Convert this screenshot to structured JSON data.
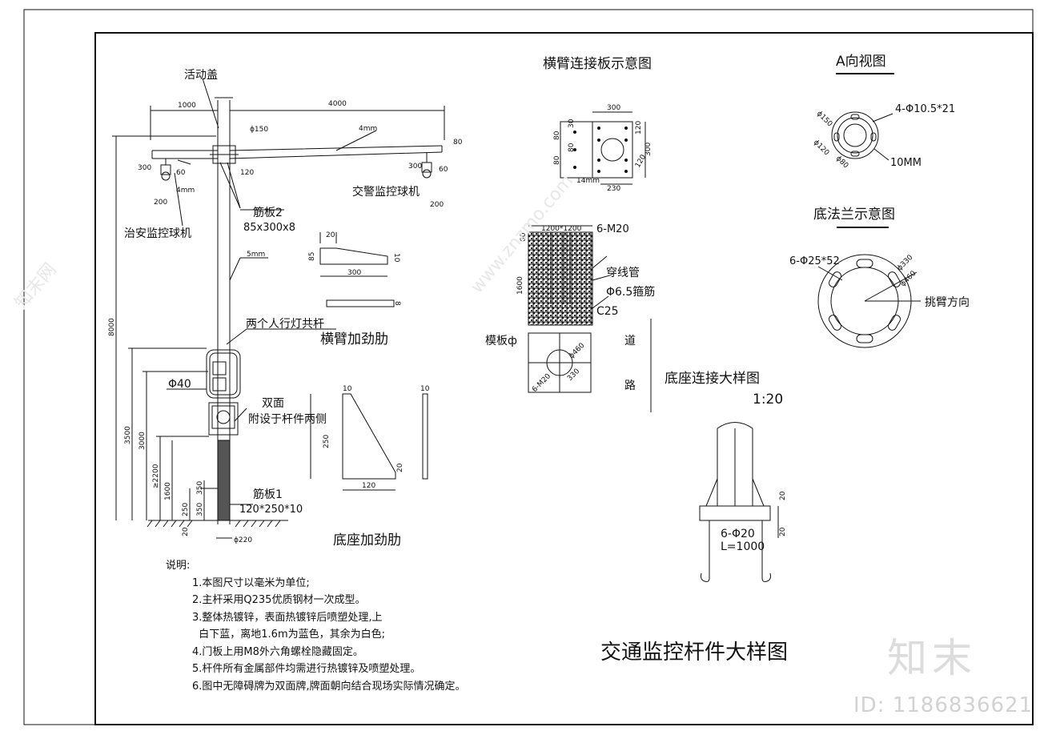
{
  "drawing": {
    "main_title": "交通监控杆件大样图",
    "pole": {
      "top_cap": "活动盖",
      "dim_1000": "1000",
      "dim_4000": "4000",
      "pipe_150": "ϕ150",
      "arm_4mm_right": "4mm",
      "arm_4mm_left": "4mm",
      "dim_80": "80",
      "dim_120": "120",
      "dim_300_left": "300",
      "dim_60_left": "60",
      "dim_200_left": "200",
      "dim_300_right": "300",
      "dim_60_right": "60",
      "dim_200_right": "200",
      "traffic_camera": "交警监控球机",
      "rib2_name": "筋板2",
      "rib2_size": "85x300x8",
      "security_camera": "治安监控球机",
      "pole_5mm": "5mm",
      "shared_pole": "两个人行灯共杆",
      "phi40": "Φ40",
      "double_sided": "双面",
      "both_sides": "附设于杆件两侧",
      "rib1_name": "筋板1",
      "rib1_size": "120*250*10",
      "dim_8000": "8000",
      "dim_3500": "3500",
      "dim_3000": "3000",
      "dim_2200": "≥2200",
      "dim_1600": "1600",
      "dim_350a": "350",
      "dim_350b": "350",
      "dim_250": "250",
      "dim_20": "20",
      "dim_220": "ϕ220"
    },
    "arm_rib": {
      "title": "横臂加劲肋",
      "d20": "20",
      "d85": "85",
      "d10": "10",
      "d300": "300",
      "d8": "8"
    },
    "base_rib": {
      "title": "底座加劲肋",
      "d10a": "10",
      "d10b": "10",
      "d250": "250",
      "d120": "120",
      "d20": "20"
    },
    "conn_plate": {
      "title": "横臂连接板示意图",
      "d300_top": "300",
      "d120": "120",
      "d30": "30",
      "d80a": "80",
      "d80b": "80",
      "d80c": "80",
      "d300_side": "300",
      "d14": "14mm",
      "d230": "230",
      "d120b": "120"
    },
    "foundation": {
      "size": "1200*1200",
      "d60": "60",
      "bolts": "6-M20",
      "d1600": "1600",
      "conduit": "穿线管",
      "stirrup": "Φ6.5箍筋",
      "concrete": "C25",
      "template": "模板ф",
      "m20": "6-M20",
      "d460": "ϕ460",
      "d330": "330",
      "road1": "道",
      "road2": "路"
    },
    "base_detail": {
      "title": "底座连接大样图",
      "scale": "1:20",
      "anchor": "6-Φ20",
      "length": "L=1000",
      "d20a": "20",
      "d20b": "20"
    },
    "view_a": {
      "title": "A向视图",
      "holes": "4-Φ10.5*21",
      "d150": "ϕ150",
      "d120": "ϕ120",
      "d80": "ϕ80",
      "thickness": "10MM"
    },
    "base_flange": {
      "title": "底法兰示意图",
      "holes": "6-Φ25*52",
      "d330": "ϕ330",
      "d460": "ϕ460",
      "direction": "挑臂方向"
    },
    "notes": {
      "heading": "说明:",
      "items": [
        "1.本图尺寸以毫米为单位;",
        "2.主杆采用Q235优质钢材一次成型。",
        "3.整体热镀锌，表面热镀锌后喷塑处理,上",
        "  白下蓝，离地1.6m为蓝色，其余为白色;",
        "4.门板上用M8外六角螺栓隐藏固定。",
        "5.杆件所有金属部件均需进行热镀锌及喷塑处理。",
        "6.图中无障碍牌为双面牌,牌面朝向结合现场实际情况确定。"
      ]
    }
  },
  "watermark": {
    "brand": "知末",
    "id": "ID: 1186836621",
    "site": "www.znzmo.com",
    "site_cn": "知末网"
  }
}
